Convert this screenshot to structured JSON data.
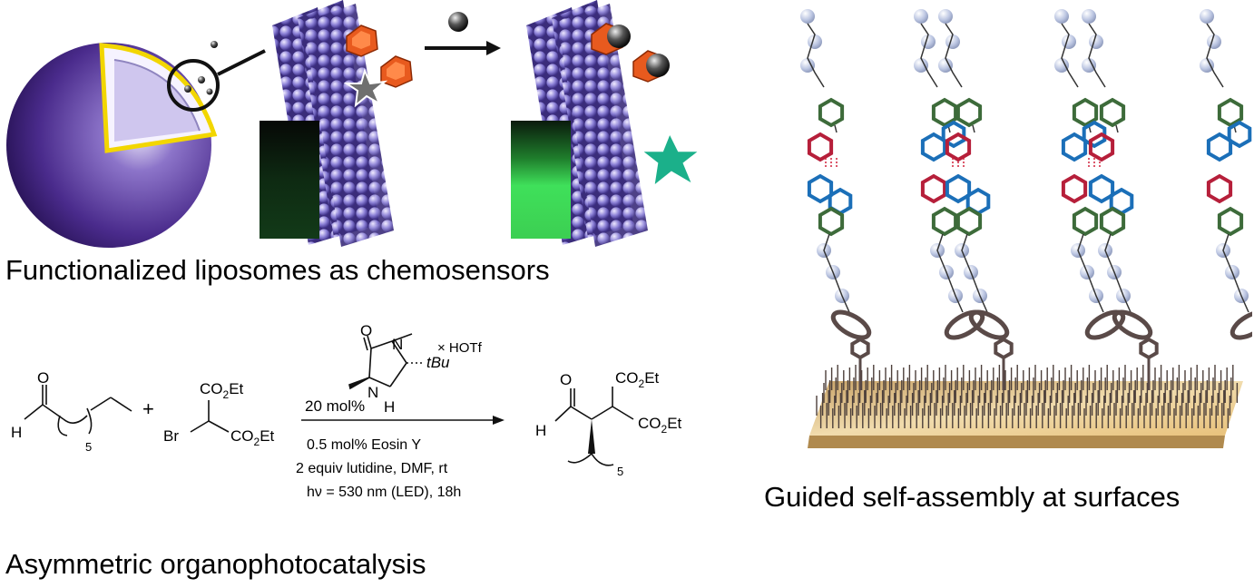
{
  "panels": {
    "liposomes": {
      "caption": "Functionalized liposomes as chemosensors"
    },
    "catalysis": {
      "caption": "Asymmetric organophotocatalysis",
      "reagent1": {
        "subscript": "5",
        "atom_O": "O",
        "atom_H": "H"
      },
      "plus": "+",
      "reagent2": {
        "top": "CO2Et",
        "left": "Br",
        "right": "CO2Et"
      },
      "catalyst": {
        "atom_O": "O",
        "atom_N1": "N",
        "atom_N2": "N",
        "atom_H": "H",
        "salt": "× HOTf",
        "tbu": "tBu"
      },
      "conditions": [
        "20 mol%",
        "0.5 mol% Eosin Y",
        "2 equiv lutidine, DMF, rt",
        "hν = 530 nm (LED), 18h"
      ],
      "product": {
        "atom_O": "O",
        "atom_H": "H",
        "co2et_top": "CO2Et",
        "co2et_right": "CO2Et",
        "subscript": "5"
      }
    },
    "assembly": {
      "caption": "Guided self-assembly at surfaces"
    }
  },
  "colors": {
    "sphere": "#3c1f7d",
    "membrane_bead": "#8a7fd6",
    "gem": "#e85a1e",
    "vial_glow": "#3fe05a",
    "surface": "#e3c99a",
    "bead": "#bcc6e2",
    "ring_green": "#3d6b3a",
    "ring_red": "#b61f3a",
    "ring_blue": "#1b6fb8",
    "anchor": "#5a4a48"
  }
}
